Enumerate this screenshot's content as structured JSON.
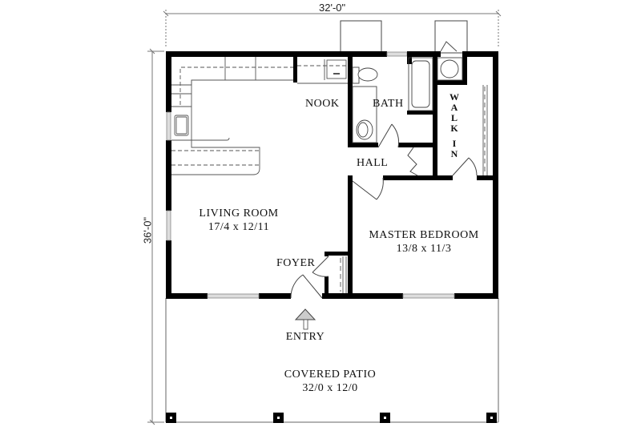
{
  "plan": {
    "dimensions": {
      "width_label": "32'-0\"",
      "depth_label": "36'-0\""
    },
    "rooms": {
      "nook": {
        "name": "NOOK"
      },
      "bath": {
        "name": "BATH"
      },
      "walk_in": {
        "letters": [
          "W",
          "A",
          "L",
          "K",
          "",
          "I",
          "N"
        ]
      },
      "hall": {
        "name": "HALL"
      },
      "living_room": {
        "name": "LIVING ROOM",
        "size": "17/4 x 12/11"
      },
      "master_bedroom": {
        "name": "MASTER BEDROOM",
        "size": "13/8 x 11/3"
      },
      "foyer": {
        "name": "FOYER"
      },
      "entry": {
        "name": "ENTRY"
      },
      "covered_patio": {
        "name": "COVERED PATIO",
        "size": "32/0 x 12/0"
      }
    },
    "colors": {
      "wall": "#000000",
      "line": "#555555",
      "window": "#bbbbbb",
      "background": "#ffffff"
    }
  }
}
